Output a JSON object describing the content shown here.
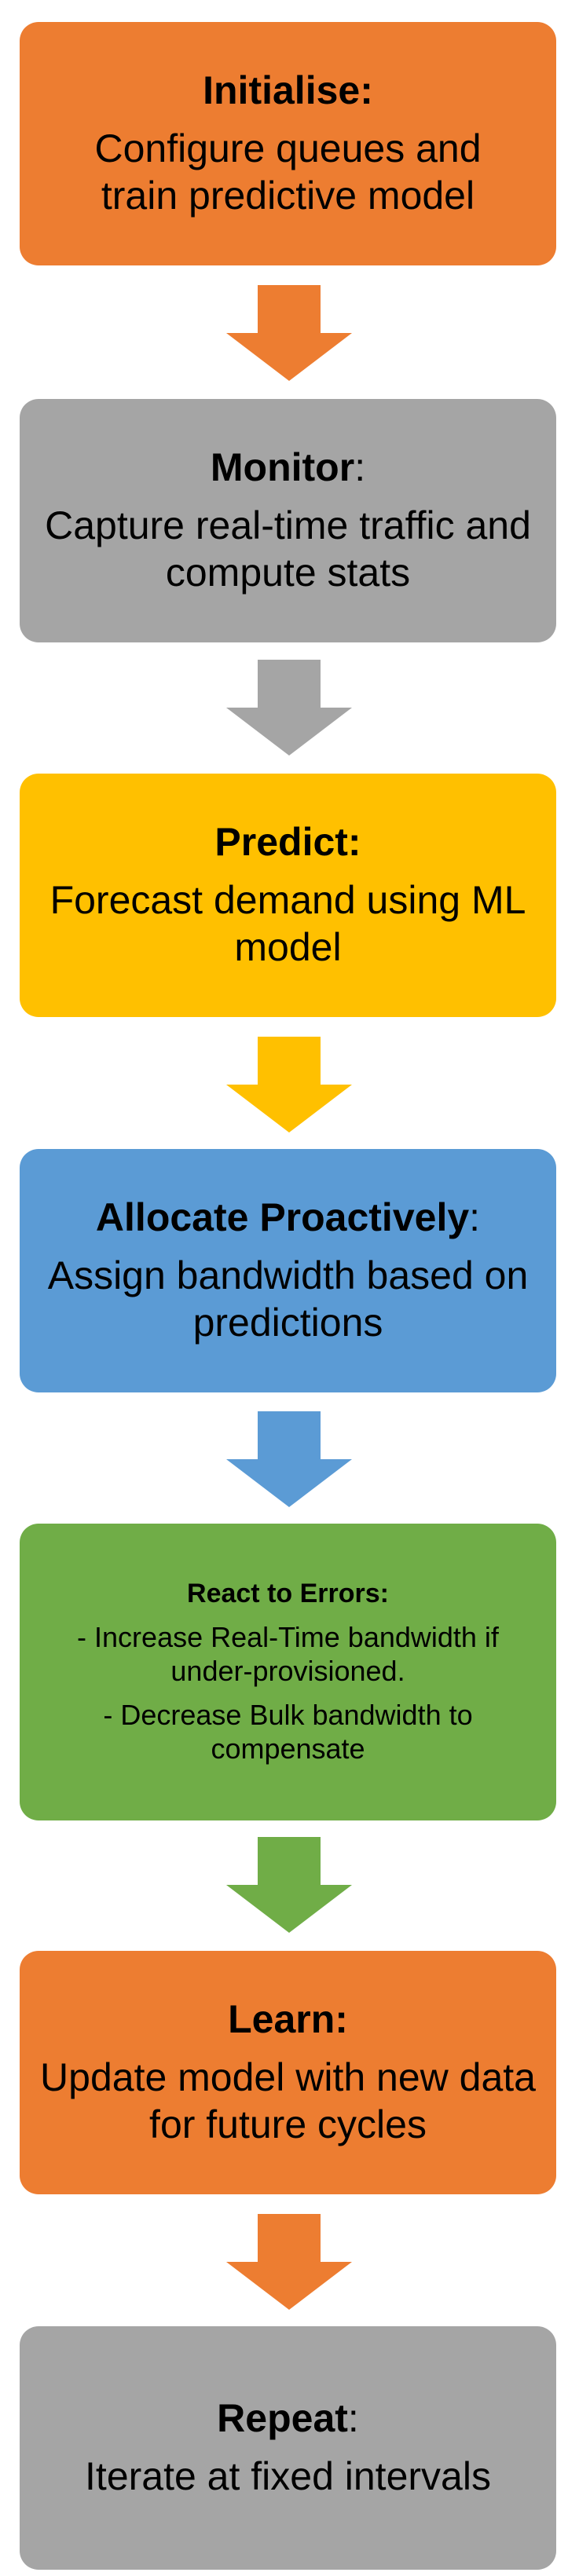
{
  "colors": {
    "orange": "#ED7D31",
    "gray": "#A5A5A5",
    "yellow": "#FFC000",
    "blue": "#5B9BD5",
    "green": "#70AD47"
  },
  "steps": [
    {
      "title": "Initialise:",
      "title_suffix": "",
      "body": "Configure queues and train predictive model",
      "color": "#ED7D31"
    },
    {
      "title": "Monitor",
      "title_suffix": ":",
      "body": "Capture real-time traffic and compute stats",
      "color": "#A5A5A5"
    },
    {
      "title": "Predict:",
      "title_suffix": "",
      "body": "Forecast demand using ML model",
      "color": "#FFC000"
    },
    {
      "title": "Allocate Proactively",
      "title_suffix": ":",
      "body": "Assign bandwidth based on predictions",
      "color": "#5B9BD5"
    },
    {
      "title": "React to Errors:",
      "title_suffix": "",
      "body_lines": [
        "- Increase Real-Time bandwidth if under-provisioned.",
        "- Decrease Bulk bandwidth to compensate"
      ],
      "color": "#70AD47"
    },
    {
      "title": "Learn:",
      "title_suffix": "",
      "body": "Update model with new data for future cycles",
      "color": "#ED7D31"
    },
    {
      "title": "Repeat",
      "title_suffix": ":",
      "body": "Iterate at fixed intervals",
      "color": "#A5A5A5"
    }
  ]
}
